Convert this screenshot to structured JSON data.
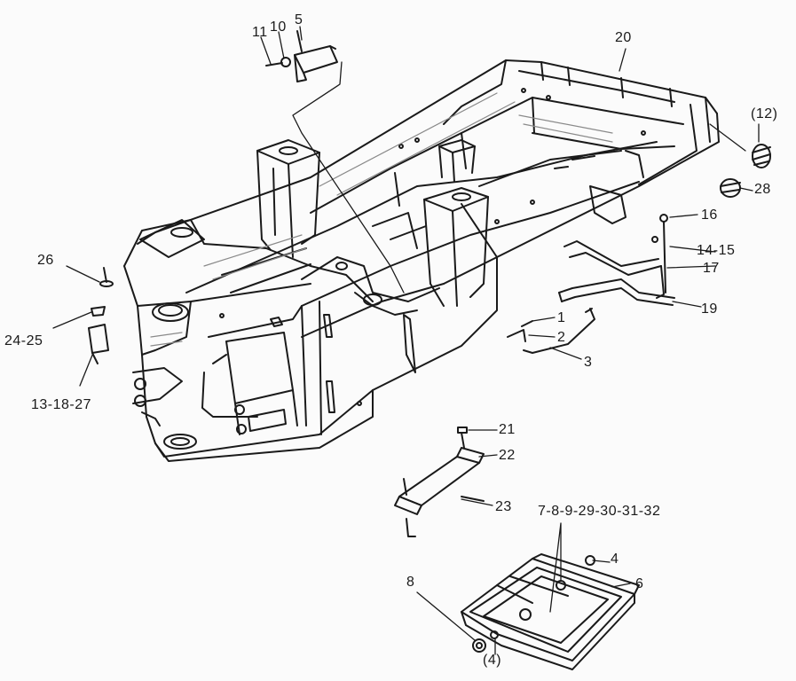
{
  "colors": {
    "ink": "#1a1a1a",
    "paper": "#fbfbfb",
    "shade": "#8a8a8a"
  },
  "labels": {
    "p11": "11",
    "p10": "10",
    "p5": "5",
    "p20": "20",
    "p12": "(12)",
    "p28": "28",
    "p16": "16",
    "p14_15": "14-15",
    "p17": "17",
    "p19": "19",
    "p1": "1",
    "p2": "2",
    "p3": "3",
    "p26": "26",
    "p24_25": "24-25",
    "p13_18_27": "13-18-27",
    "p21": "21",
    "p22": "22",
    "p23": "23",
    "p7_32": "7-8-9-29-30-31-32",
    "p4": "4",
    "p6": "6",
    "p8": "8",
    "p4b": "(4)"
  }
}
